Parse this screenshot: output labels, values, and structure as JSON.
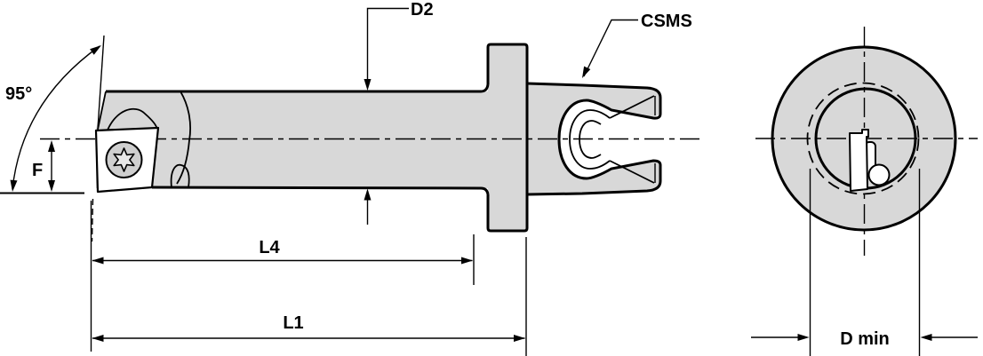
{
  "drawing": {
    "description": "Technical drawing of a modular boring bar with screw-on insert, side view and end view",
    "labels": {
      "lead_angle": "95°",
      "f_dim": "F",
      "d2_dim": "D2",
      "csms": "CSMS",
      "l4_dim": "L4",
      "l1_dim": "L1",
      "d_min_dim": "D min"
    },
    "colors": {
      "body_fill": "#d8d8d8",
      "screw_fill": "#cfcfcf",
      "star_fill": "#e8e8e8",
      "insert_fill": "#ffffff",
      "line": "#000000",
      "background": "#ffffff"
    }
  }
}
